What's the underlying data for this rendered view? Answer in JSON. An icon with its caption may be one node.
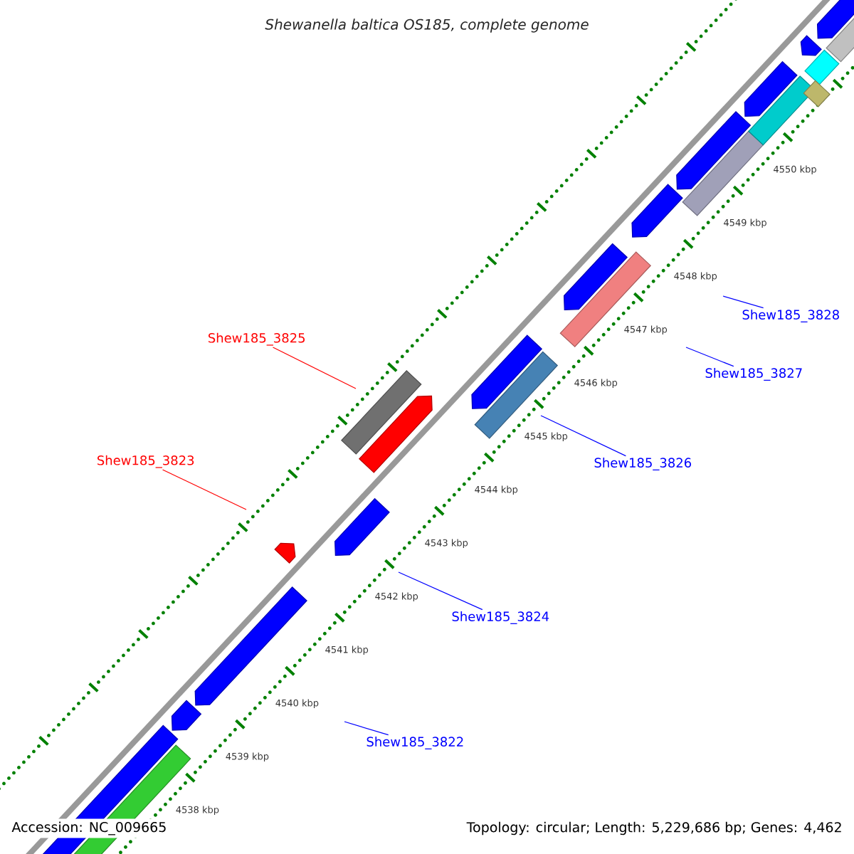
{
  "diagram": {
    "title": "Shewanella baltica OS185, complete genome",
    "nodes": [
      {
        "text": [
          "Shew185_3828"
        ]
      },
      {
        "text": [
          "Shew185_3825"
        ]
      },
      {
        "text": [
          "Shew185_3827"
        ]
      },
      {
        "text": [
          "Shew185_3823"
        ]
      },
      {
        "text": [
          "Shew185_3826"
        ]
      },
      {
        "text": [
          "Shew185_3824"
        ]
      },
      {
        "text": [
          "Shew185_3822"
        ]
      }
    ],
    "edges": [
      {
        "from": 0,
        "to": null,
        "arrow": "none"
      },
      {
        "from": 1,
        "to": null,
        "arrow": "none",
        "color": "#ff0000"
      },
      {
        "from": 2,
        "to": null,
        "arrow": "none"
      },
      {
        "from": 3,
        "to": null,
        "arrow": "none",
        "color": "#ff0000"
      },
      {
        "from": 4,
        "to": null,
        "arrow": "none"
      },
      {
        "from": 5,
        "to": null,
        "arrow": "none"
      },
      {
        "from": 6,
        "to": null,
        "arrow": "none"
      }
    ],
    "labels": [
      "4550 kbp",
      "4549 kbp",
      "4548 kbp",
      "4547 kbp",
      "4546 kbp",
      "4545 kbp",
      "4544 kbp",
      "4543 kbp",
      "4542 kbp",
      "4541 kbp",
      "4540 kbp",
      "4539 kbp",
      "4538 kbp",
      "Accession: NC_009665",
      "Topology: circular; Length: 5,229,686 bp; Genes: 4,462"
    ]
  }
}
